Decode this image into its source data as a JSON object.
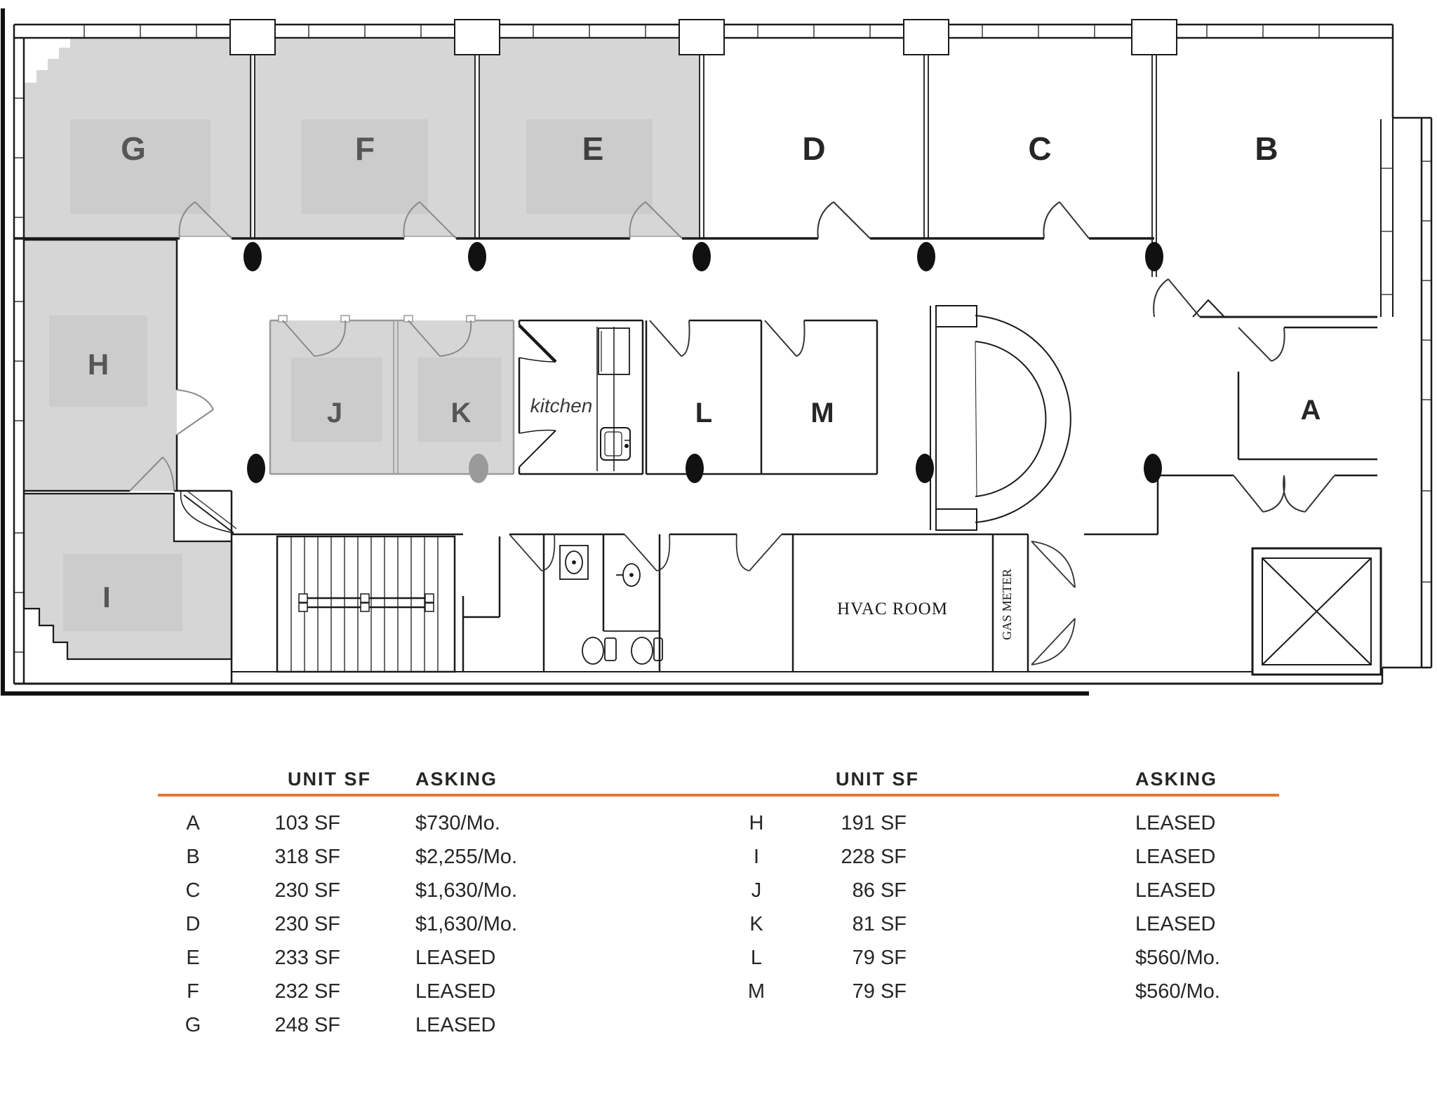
{
  "floor_plan": {
    "rooms": {
      "g": {
        "label": "G",
        "leased": true
      },
      "f": {
        "label": "F",
        "leased": true
      },
      "e": {
        "label": "E",
        "leased": true
      },
      "d": {
        "label": "D",
        "leased": false
      },
      "c": {
        "label": "C",
        "leased": false
      },
      "b": {
        "label": "B",
        "leased": false
      },
      "h": {
        "label": "H",
        "leased": true
      },
      "i": {
        "label": "I",
        "leased": true
      },
      "j": {
        "label": "J",
        "leased": true
      },
      "k": {
        "label": "K",
        "leased": true
      },
      "l": {
        "label": "L",
        "leased": false
      },
      "m": {
        "label": "M",
        "leased": false
      },
      "a": {
        "label": "A",
        "leased": false
      }
    },
    "annotations": {
      "kitchen": "kitchen",
      "hvac_room": "HVAC ROOM",
      "gas_meter": "GAS METER"
    },
    "colors": {
      "leased_fill": "#d6d6d6",
      "wall": "#1a1a1a",
      "leased_line": "#8f8f8f"
    }
  },
  "table": {
    "accent_color": "#e8762f",
    "headers": {
      "unit_sf": "UNIT SF",
      "asking": "ASKING"
    },
    "left_rows": [
      {
        "unit": "A",
        "sf": "103 SF",
        "asking": "$730/Mo."
      },
      {
        "unit": "B",
        "sf": "318 SF",
        "asking": "$2,255/Mo."
      },
      {
        "unit": "C",
        "sf": "230 SF",
        "asking": "$1,630/Mo."
      },
      {
        "unit": "D",
        "sf": "230 SF",
        "asking": "$1,630/Mo."
      },
      {
        "unit": "E",
        "sf": "233 SF",
        "asking": "LEASED"
      },
      {
        "unit": "F",
        "sf": "232 SF",
        "asking": "LEASED"
      },
      {
        "unit": "G",
        "sf": "248 SF",
        "asking": "LEASED"
      }
    ],
    "right_rows": [
      {
        "unit": "H",
        "sf": "191 SF",
        "asking": "LEASED"
      },
      {
        "unit": "I",
        "sf": "228 SF",
        "asking": "LEASED"
      },
      {
        "unit": "J",
        "sf": "86 SF",
        "asking": "LEASED"
      },
      {
        "unit": "K",
        "sf": "81 SF",
        "asking": "LEASED"
      },
      {
        "unit": "L",
        "sf": "79 SF",
        "asking": "$560/Mo."
      },
      {
        "unit": "M",
        "sf": "79 SF",
        "asking": "$560/Mo."
      }
    ]
  }
}
